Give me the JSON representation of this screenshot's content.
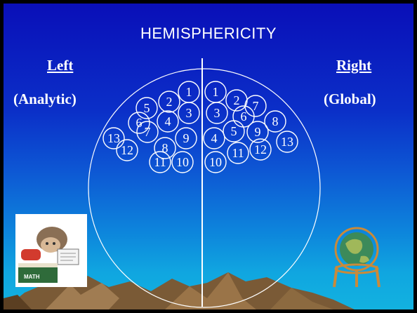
{
  "slide": {
    "title": "HEMISPHERICITY",
    "left_heading": "Left",
    "left_subheading": "(Analytic)",
    "right_heading": "Right",
    "right_subheading": "(Global)"
  },
  "diagram": {
    "left_circles": [
      "1",
      "2",
      "5",
      "3",
      "6",
      "4",
      "7",
      "13",
      "9",
      "8",
      "12",
      "10",
      "11"
    ],
    "right_circles": [
      "1",
      "2",
      "3",
      "7",
      "6",
      "8",
      "5",
      "9",
      "4",
      "13",
      "12",
      "11",
      "10"
    ]
  },
  "clipart": {
    "book_label": "MATH",
    "left_image": "child-reading-math-book",
    "right_image": "globe-on-stand"
  },
  "colors": {
    "background_top": "#0a0fb8",
    "background_bottom": "#12b2e0",
    "text": "#ffffff"
  }
}
